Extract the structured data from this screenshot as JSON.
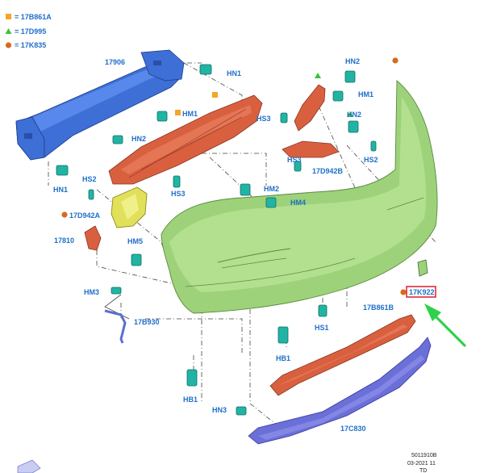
{
  "legend": [
    {
      "symbol": "square",
      "color": "#f5a623",
      "code": "= 17B861A"
    },
    {
      "symbol": "triangle",
      "color": "#3fbf3f",
      "code": "= 17D995"
    },
    {
      "symbol": "circle",
      "color": "#d86a1f",
      "code": "= 17K835"
    }
  ],
  "labels": {
    "p17906": "17906",
    "hn1_top": "HN1",
    "hn1_left": "HN1",
    "hm1_center": "HM1",
    "hn2_center": "HN2",
    "hs3_center": "HS3",
    "hs2_left": "HS2",
    "p17d942a": "17D942A",
    "p17810": "17810",
    "hm5": "HM5",
    "hm2": "HM2",
    "hm4": "HM4",
    "hn2_right": "HN2",
    "hm1_right": "HM1",
    "hs3_right": "HS3",
    "hs3_mid": "HS3",
    "hn2_far": "HN2",
    "hs2_right": "HS2",
    "p17d942b": "17D942B",
    "p17k922": "17K922",
    "hm3": "HM3",
    "p17b930": "17B930",
    "p17b861b": "17B861B",
    "hs1": "HS1",
    "hb1_mid": "HB1",
    "hb1_low": "HB1",
    "hn3": "HN3",
    "p17c830": "17C830"
  },
  "footer": {
    "code": "5011910B",
    "date": "03-2021 11",
    "mark": "TD"
  },
  "colors": {
    "label": "#1f6fc8",
    "highlight_box": "#e21b2a",
    "arrow": "#2fd14a"
  }
}
